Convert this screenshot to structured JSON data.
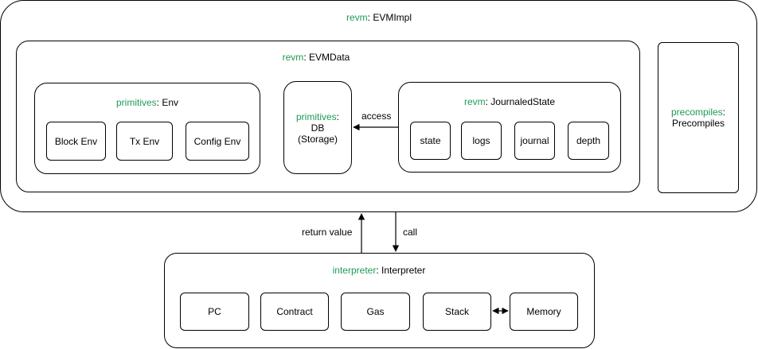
{
  "evm_impl": {
    "ns": "revm",
    "name": ": EVMImpl"
  },
  "evm_data": {
    "ns": "revm",
    "name": ": EVMData"
  },
  "env": {
    "ns": "primitives",
    "name": ": Env",
    "items": [
      "Block Env",
      "Tx Env",
      "Config Env"
    ]
  },
  "db": {
    "ns": "primitives",
    "name": ":",
    "line2": "DB",
    "line3": "(Storage)"
  },
  "journaled_state": {
    "ns": "revm",
    "name": ": JournaledState",
    "items": [
      "state",
      "logs",
      "journal",
      "depth"
    ]
  },
  "precompiles": {
    "ns": "precompiles",
    "name": ":",
    "line2": "Precompiles"
  },
  "interpreter": {
    "ns": "interpreter",
    "name": ": Interpreter",
    "items": [
      "PC",
      "Contract",
      "Gas",
      "Stack",
      "Memory"
    ]
  },
  "edges": {
    "access": "access",
    "return_value": "return value",
    "call": "call"
  },
  "colors": {
    "namespace": "#1f9a57",
    "stroke": "#000000"
  }
}
